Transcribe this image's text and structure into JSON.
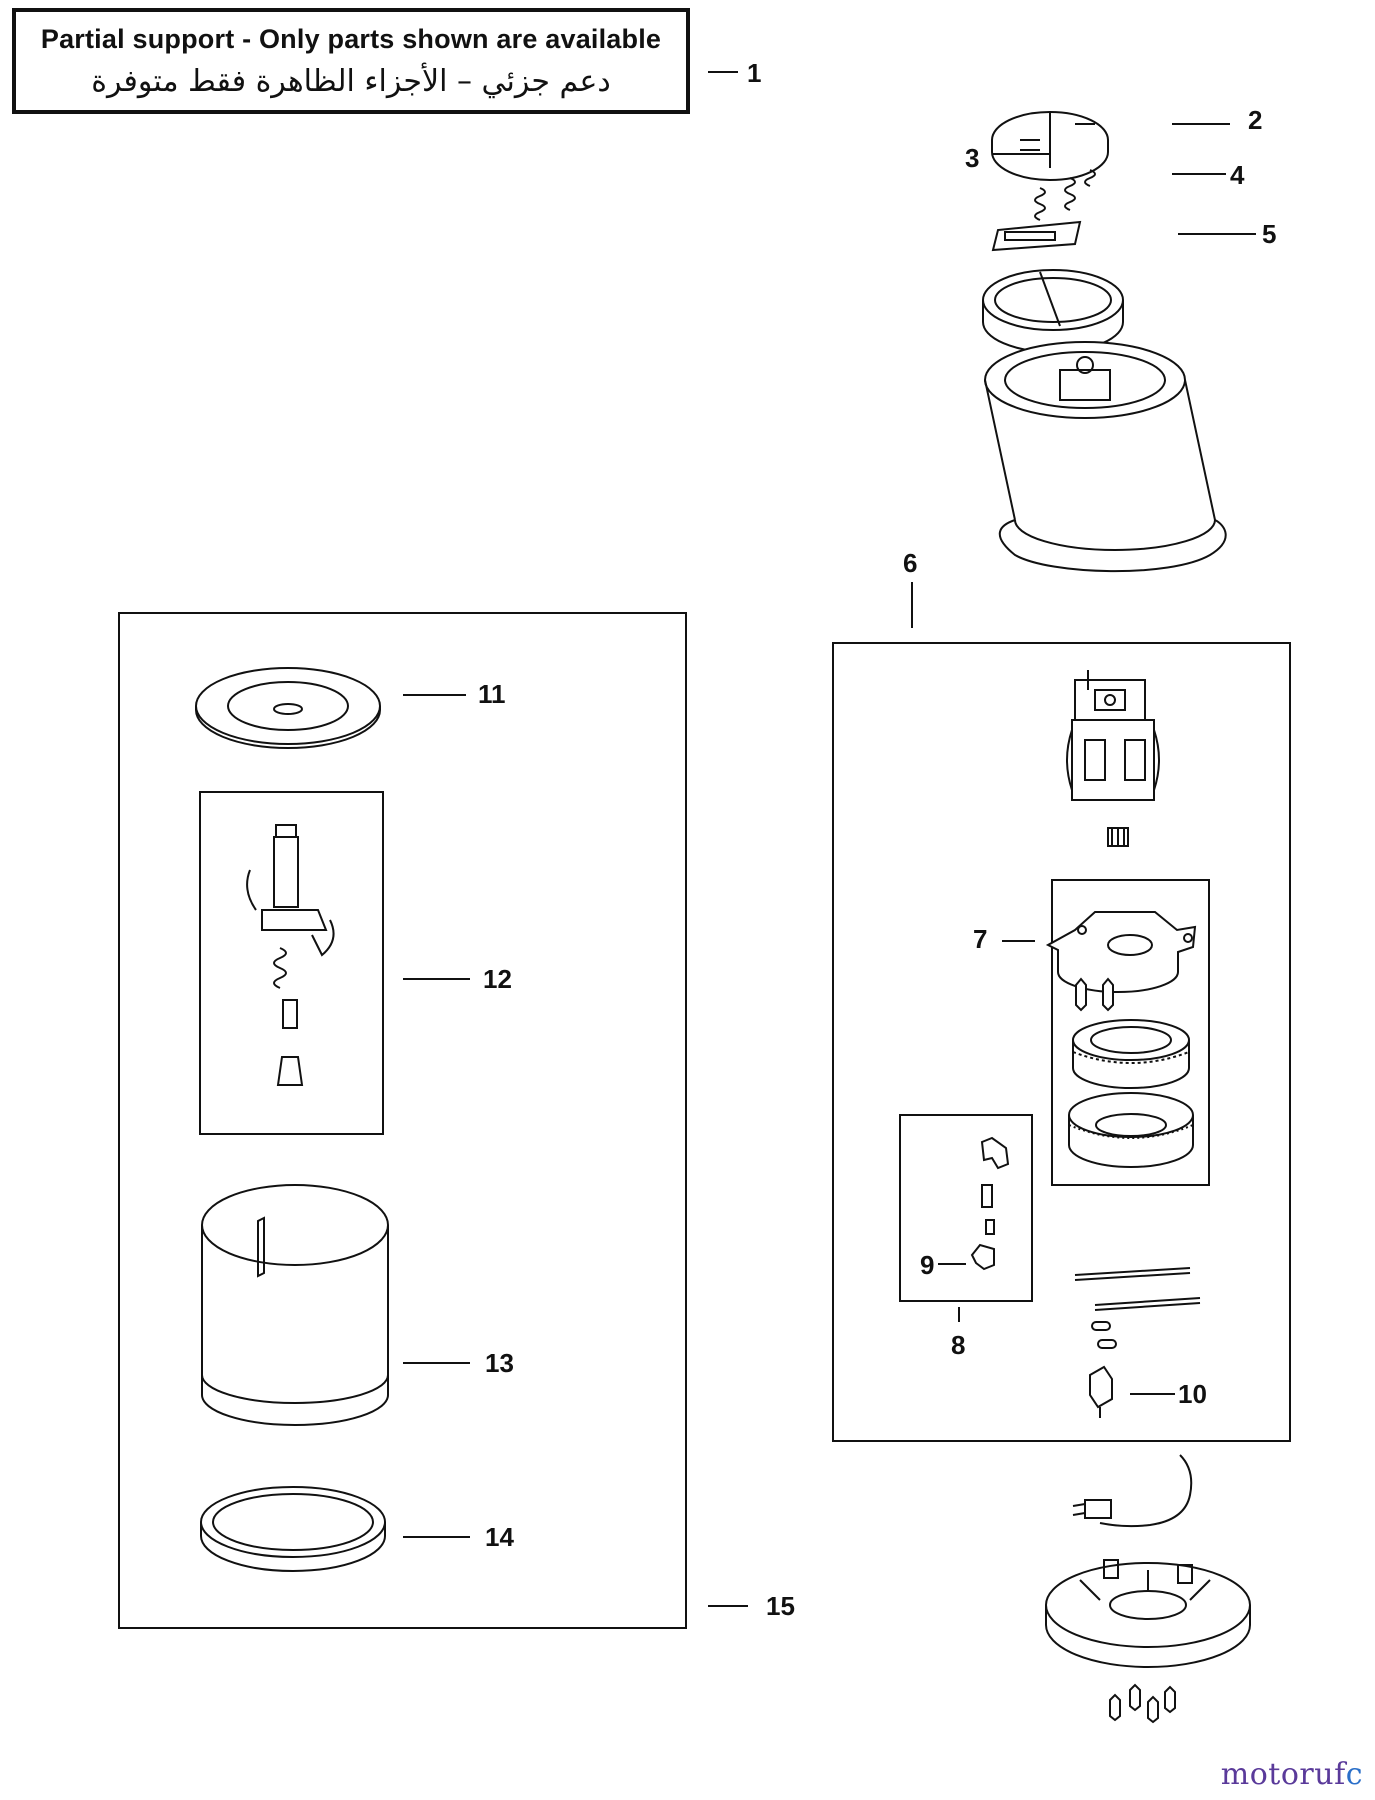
{
  "notice": {
    "english": "Partial support - Only parts shown are available",
    "arabic": "دعم جزئي – الأجزاء الظاهرة فقط متوفرة"
  },
  "callouts": [
    {
      "id": "1",
      "label": "1"
    },
    {
      "id": "2",
      "label": "2"
    },
    {
      "id": "3",
      "label": "3"
    },
    {
      "id": "4",
      "label": "4"
    },
    {
      "id": "5",
      "label": "5"
    },
    {
      "id": "6",
      "label": "6"
    },
    {
      "id": "7",
      "label": "7"
    },
    {
      "id": "8",
      "label": "8"
    },
    {
      "id": "9",
      "label": "9"
    },
    {
      "id": "10",
      "label": "10"
    },
    {
      "id": "11",
      "label": "11"
    },
    {
      "id": "12",
      "label": "12"
    },
    {
      "id": "13",
      "label": "13"
    },
    {
      "id": "14",
      "label": "14"
    },
    {
      "id": "15",
      "label": "15"
    }
  ],
  "watermark": {
    "prefix": "motoruf",
    "suffix": "c"
  },
  "colors": {
    "line": "#111111",
    "watermark_text": "#5a3a9a",
    "watermark_accent": "#2a6fc9"
  }
}
